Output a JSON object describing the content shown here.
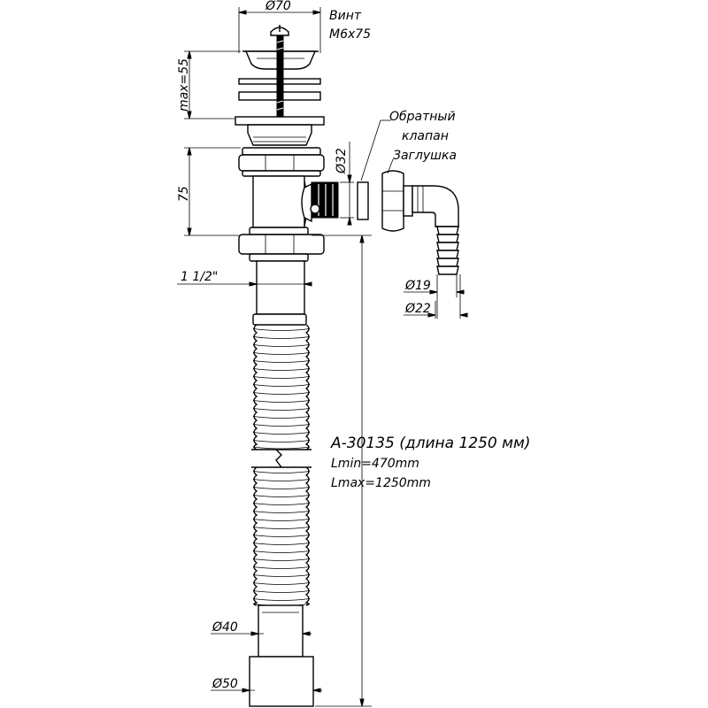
{
  "labels": {
    "d70": "Ø70",
    "screw_title": "Винт",
    "screw_size": "M6x75",
    "max55": "max=55",
    "valve_line1": "Обратный",
    "valve_line2": "клапан",
    "plug": "Заглушка",
    "d32": "Ø32",
    "h75": "75",
    "thread": "1 1/2\"",
    "d19": "Ø19",
    "d22": "Ø22",
    "model": "A-30135 (длина  1250 мм)",
    "lmin": "Lmin=470mm",
    "lmax": "Lmax=1250mm",
    "d40": "Ø40",
    "d50": "Ø50"
  }
}
